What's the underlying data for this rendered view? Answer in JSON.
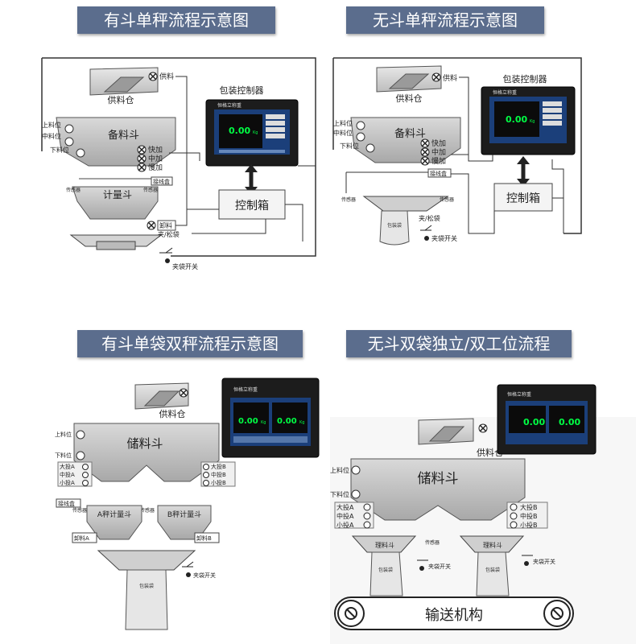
{
  "titles": {
    "p1": "有斗单秤流程示意图",
    "p2": "无斗单秤流程示意图",
    "p3": "有斗单袋双秤流程示意图",
    "p4": "无斗双袋独立/双工位流程"
  },
  "labels": {
    "supply_bin": "供料仓",
    "supply": "供料",
    "controller": "包装控制器",
    "brand": "恒格立称重",
    "upper": "上料位",
    "middle": "中料位",
    "lower": "下料位",
    "standby_hopper": "备料斗",
    "fast": "快加",
    "medium": "中加",
    "slow": "慢加",
    "junction_box": "接线盒",
    "sensor": "传感器",
    "weigh_hopper": "计量斗",
    "discharge": "卸料",
    "clamp_release": "夹/松袋",
    "control_box": "控制箱",
    "bag_switch": "夹袋开关",
    "bag": "包装袋",
    "storage_hopper": "储料斗",
    "big_a": "大投A",
    "mid_a": "中投A",
    "small_a": "小投A",
    "big_b": "大投B",
    "mid_b": "中投B",
    "small_b": "小投B",
    "scale_a": "A秤计量斗",
    "scale_b": "B秤计量斗",
    "discharge_a": "卸料A",
    "discharge_b": "卸料B",
    "conveyor": "输送机构",
    "sort_hopper": "理料斗"
  },
  "display": {
    "value": "0.00",
    "unit": "Kg"
  },
  "colors": {
    "banner": "#5b6d8d",
    "screen": "#1b3f7a",
    "lcd": "#00ff44"
  }
}
